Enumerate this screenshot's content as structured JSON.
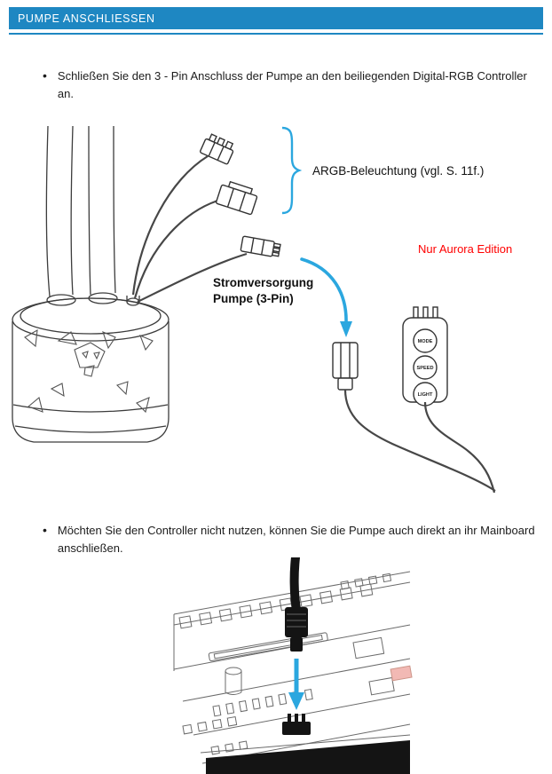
{
  "colors": {
    "header_bar": "#1e87c2",
    "accent_blue": "#2ba7df",
    "note_red": "#ff0000",
    "ink": "#1c1c1c",
    "line_art": "#3c3c3c"
  },
  "header": {
    "title": "PUMPE ANSCHLIESSEN"
  },
  "instructions": [
    {
      "bullet": "•",
      "text": "Schließen Sie den 3 - Pin Anschluss der Pumpe an den beiliegenden Digital-RGB Controller an."
    },
    {
      "bullet": "•",
      "text": "Möchten Sie den Controller nicht nutzen, können Sie die Pumpe auch direkt an ihr Mainboard anschließen."
    }
  ],
  "figure_pump": {
    "argb_label": "ARGB-Beleuchtung (vgl. S. 11f.)",
    "power_label_line1": "Stromversorgung",
    "power_label_line2": "Pumpe (3-Pin)",
    "aurora_note": "Nur Aurora Edition",
    "controller": {
      "buttons": [
        "MODE",
        "SPEED",
        "LIGHT"
      ]
    }
  }
}
